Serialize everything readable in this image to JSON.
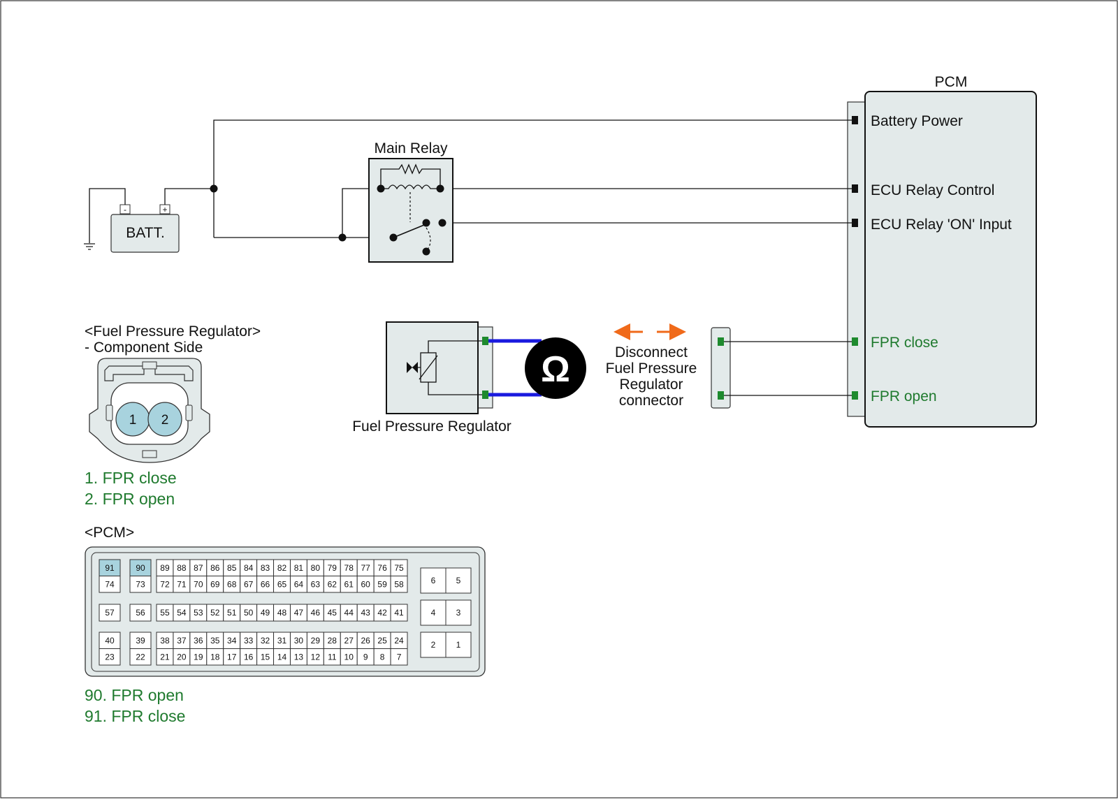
{
  "diagram": {
    "pcm": {
      "title": "PCM",
      "terminals": {
        "battery_power": "Battery Power",
        "ecu_relay_control": "ECU Relay Control",
        "ecu_relay_on_input": "ECU Relay 'ON' Input",
        "fpr_close": "FPR close",
        "fpr_open": "FPR open"
      }
    },
    "battery": {
      "label": "BATT.",
      "neg": "-",
      "pos": "+"
    },
    "main_relay": {
      "label": "Main Relay"
    },
    "fpr": {
      "label": "Fuel Pressure Regulator"
    },
    "ohmmeter": {
      "symbol": "Ω"
    },
    "disconnect_note": [
      "Disconnect",
      "Fuel Pressure",
      "Regulator",
      "connector"
    ],
    "connector_view": {
      "title": "<Fuel Pressure Regulator>",
      "subtitle": "- Component Side",
      "pin1": "1",
      "pin2": "2",
      "legend": [
        "1. FPR close",
        "2. FPR open"
      ]
    },
    "pcm_connector": {
      "title": "<PCM>",
      "legend": [
        "90. FPR open",
        "91. FPR close"
      ],
      "highlighted_pins": [
        "91",
        "90"
      ]
    }
  },
  "colors": {
    "green_text": "#1f7a2e",
    "highlight_pin": "#a8d3de",
    "component_fill": "#e3eaea",
    "probe_wire": "#1a1adf",
    "arrow": "#f06a1a",
    "terminal_green": "#1e8a2e"
  }
}
